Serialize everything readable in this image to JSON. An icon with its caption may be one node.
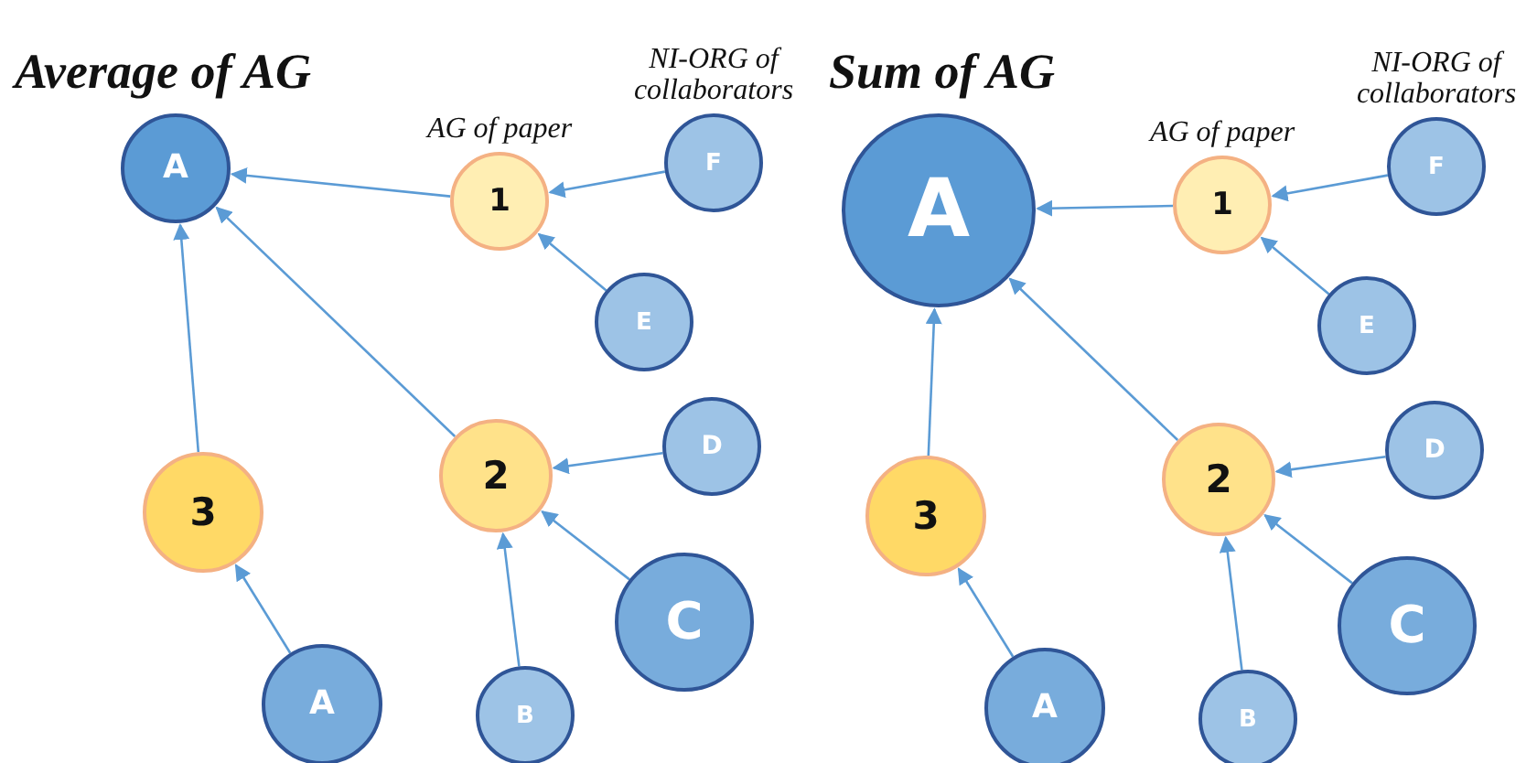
{
  "diagram": {
    "nodes": [
      {
        "text": [
          "A"
        ]
      },
      {
        "text": [
          "1"
        ],
        "beside": [
          "AG of paper"
        ]
      },
      {
        "text": [
          "F"
        ],
        "beside": [
          "NI-ORG of collaborators"
        ]
      },
      {
        "text": [
          "E"
        ]
      },
      {
        "text": [
          "2"
        ]
      },
      {
        "text": [
          "D"
        ]
      },
      {
        "text": [
          "3"
        ]
      },
      {
        "text": [
          "C"
        ]
      },
      {
        "text": [
          "A"
        ]
      },
      {
        "text": [
          "B"
        ]
      },
      {
        "text": [
          "A"
        ]
      },
      {
        "text": [
          "1"
        ],
        "beside": [
          "AG of paper"
        ]
      },
      {
        "text": [
          "F"
        ],
        "beside": [
          "NI-ORG of collaborators"
        ]
      },
      {
        "text": [
          "E"
        ]
      },
      {
        "text": [
          "2"
        ]
      },
      {
        "text": [
          "D"
        ]
      },
      {
        "text": [
          "3"
        ]
      },
      {
        "text": [
          "C"
        ]
      },
      {
        "text": [
          "A"
        ]
      },
      {
        "text": [
          "B"
        ]
      }
    ],
    "edges": [
      {
        "from": 1,
        "to": 0,
        "arrow": "to"
      },
      {
        "from": 4,
        "to": 0,
        "arrow": "to"
      },
      {
        "from": 6,
        "to": 0,
        "arrow": "to"
      },
      {
        "from": 2,
        "to": 1,
        "arrow": "to"
      },
      {
        "from": 3,
        "to": 1,
        "arrow": "to"
      },
      {
        "from": 5,
        "to": 4,
        "arrow": "to"
      },
      {
        "from": 7,
        "to": 4,
        "arrow": "to"
      },
      {
        "from": 9,
        "to": 4,
        "arrow": "to"
      },
      {
        "from": 8,
        "to": 6,
        "arrow": "to"
      },
      {
        "from": 11,
        "to": 10,
        "arrow": "to"
      },
      {
        "from": 14,
        "to": 10,
        "arrow": "to"
      },
      {
        "from": 16,
        "to": 10,
        "arrow": "to"
      },
      {
        "from": 12,
        "to": 11,
        "arrow": "to"
      },
      {
        "from": 13,
        "to": 11,
        "arrow": "to"
      },
      {
        "from": 15,
        "to": 14,
        "arrow": "to"
      },
      {
        "from": 17,
        "to": 14,
        "arrow": "to"
      },
      {
        "from": 19,
        "to": 14,
        "arrow": "to"
      },
      {
        "from": 18,
        "to": 16,
        "arrow": "to"
      }
    ],
    "labels": [
      "Average of AG",
      "Sum of AG"
    ]
  }
}
